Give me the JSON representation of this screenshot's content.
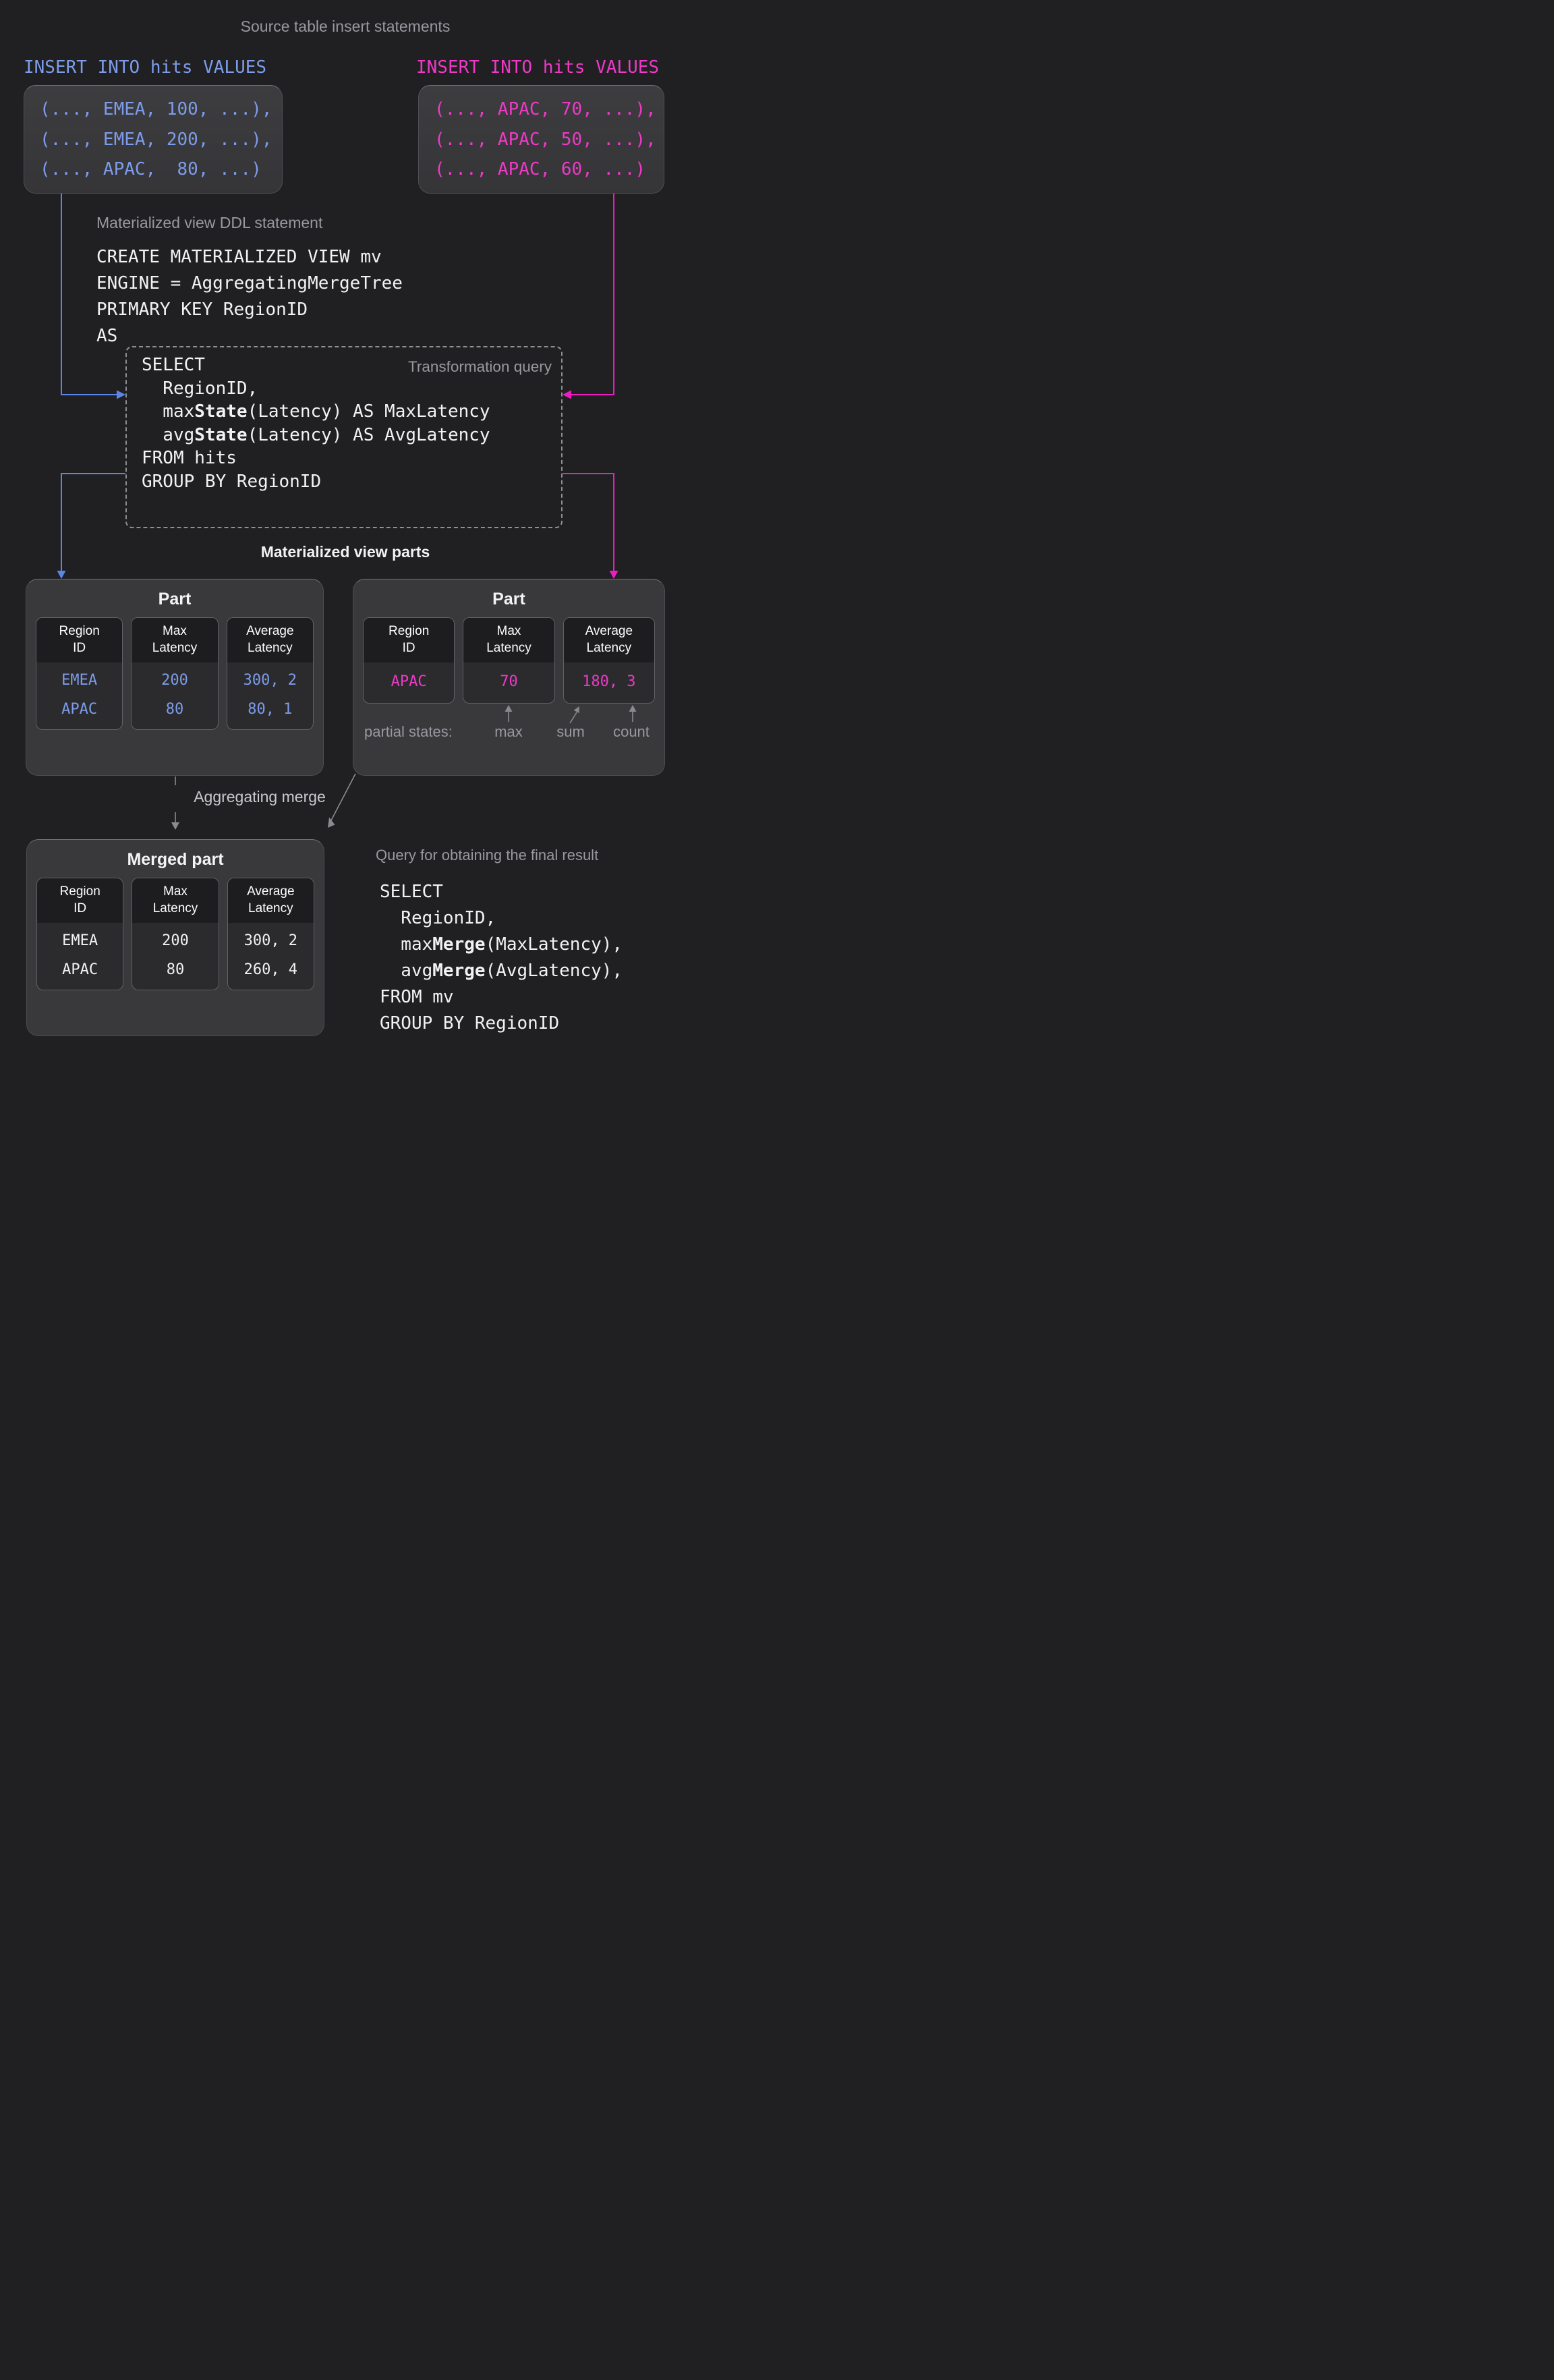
{
  "title": "Source table insert statements",
  "colors": {
    "blue": "#7d9ce9",
    "pink": "#ee3ac6",
    "blue_line": "#5b86e8",
    "pink_line": "#ef1cc4",
    "gray_arrow": "#8a8a8f",
    "label_gray": "#98989e",
    "merge_gray": "#c9c9ce",
    "white": "#f2f2f3"
  },
  "inserts": {
    "left": {
      "heading": "INSERT INTO hits VALUES",
      "lines": [
        "(..., EMEA, 100, ...),",
        "(..., EMEA, 200, ...),",
        "(..., APAC,  80, ...)"
      ]
    },
    "right": {
      "heading": "INSERT INTO hits VALUES",
      "lines": [
        "(..., APAC, 70, ...),",
        "(..., APAC, 50, ...),",
        "(..., APAC, 60, ...)"
      ]
    }
  },
  "ddl": {
    "label": "Materialized view DDL statement",
    "lines": [
      "CREATE MATERIALIZED VIEW mv",
      "ENGINE = AggregatingMergeTree",
      "PRIMARY KEY RegionID",
      "AS"
    ]
  },
  "transform": {
    "label": "Transformation query",
    "code": [
      "SELECT",
      "  RegionID,",
      [
        {
          "t": "  max"
        },
        {
          "t": "State",
          "b": true
        },
        {
          "t": "(Latency) AS MaxLatency"
        }
      ],
      [
        {
          "t": "  avg"
        },
        {
          "t": "State",
          "b": true
        },
        {
          "t": "(Latency) AS AvgLatency"
        }
      ],
      "FROM hits",
      "GROUP BY RegionID"
    ]
  },
  "parts": {
    "heading": "Materialized view parts",
    "left": {
      "title": "Part",
      "columns": [
        [
          "Region",
          "ID"
        ],
        [
          "Max",
          "Latency"
        ],
        [
          "Average",
          "Latency"
        ]
      ],
      "rows": [
        [
          "EMEA",
          "200",
          "300, 2"
        ],
        [
          "APAC",
          "80",
          "80, 1"
        ]
      ]
    },
    "right": {
      "title": "Part",
      "columns": [
        [
          "Region",
          "ID"
        ],
        [
          "Max",
          "Latency"
        ],
        [
          "Average",
          "Latency"
        ]
      ],
      "rows": [
        [
          "APAC",
          "70",
          "180, 3"
        ]
      ]
    },
    "partial": {
      "label": "partial states:",
      "max": "max",
      "sum": "sum",
      "count": "count"
    }
  },
  "merge_label": "Aggregating merge",
  "merged": {
    "title": "Merged part",
    "columns": [
      [
        "Region",
        "ID"
      ],
      [
        "Max",
        "Latency"
      ],
      [
        "Average",
        "Latency"
      ]
    ],
    "rows": [
      [
        "EMEA",
        "200",
        "300, 2"
      ],
      [
        "APAC",
        "80",
        "260, 4"
      ]
    ]
  },
  "final_query": {
    "label": "Query for obtaining the final result",
    "code": [
      "SELECT",
      "  RegionID,",
      [
        {
          "t": "  max"
        },
        {
          "t": "Merge",
          "b": true
        },
        {
          "t": "(MaxLatency),"
        }
      ],
      [
        {
          "t": "  avg"
        },
        {
          "t": "Merge",
          "b": true
        },
        {
          "t": "(AvgLatency),"
        }
      ],
      "FROM mv",
      "GROUP BY RegionID"
    ]
  }
}
